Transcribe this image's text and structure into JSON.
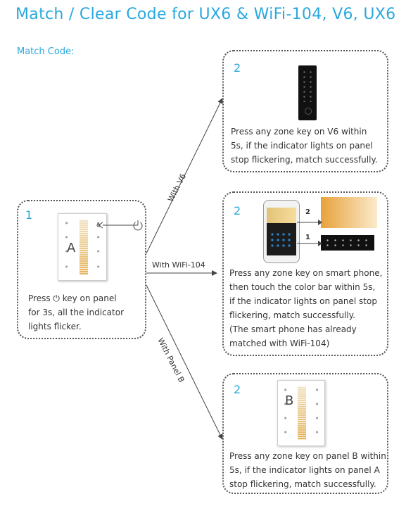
{
  "title": "Match / Clear Code for UX6 & WiFi-104, V6, UX6",
  "subtitle": "Match Code:",
  "step1": {
    "number": "1",
    "panel_letter": "A",
    "caption_lines": [
      "Press ⏻ key on panel",
      "for 3s, all the indicator",
      "lights flicker."
    ]
  },
  "branches": {
    "v6": "With V6",
    "wifi": "With WiFi-104",
    "panel_b": "With Panel B"
  },
  "step2_v6": {
    "number": "2",
    "caption_lines": [
      "Press any zone key on V6 within",
      "5s, if the indicator lights on panel",
      "stop flickering, match successfully."
    ]
  },
  "step2_wifi": {
    "number": "2",
    "callout_color_bar": "2",
    "callout_zone_keys": "1",
    "caption_lines": [
      "Press any zone key on smart phone,",
      "then touch the color bar within 5s,",
      "if the indicator lights on panel stop",
      "flickering, match successfully.",
      "(The smart phone has already",
      "matched with WiFi-104)"
    ]
  },
  "step2_panel_b": {
    "number": "2",
    "panel_letter": "B",
    "caption_lines": [
      "Press any zone key on panel B within",
      "5s, if the indicator lights on panel A",
      "stop flickering, match successfully."
    ]
  },
  "colors": {
    "accent": "#29a8df",
    "text": "#333333",
    "border": "#555555"
  }
}
